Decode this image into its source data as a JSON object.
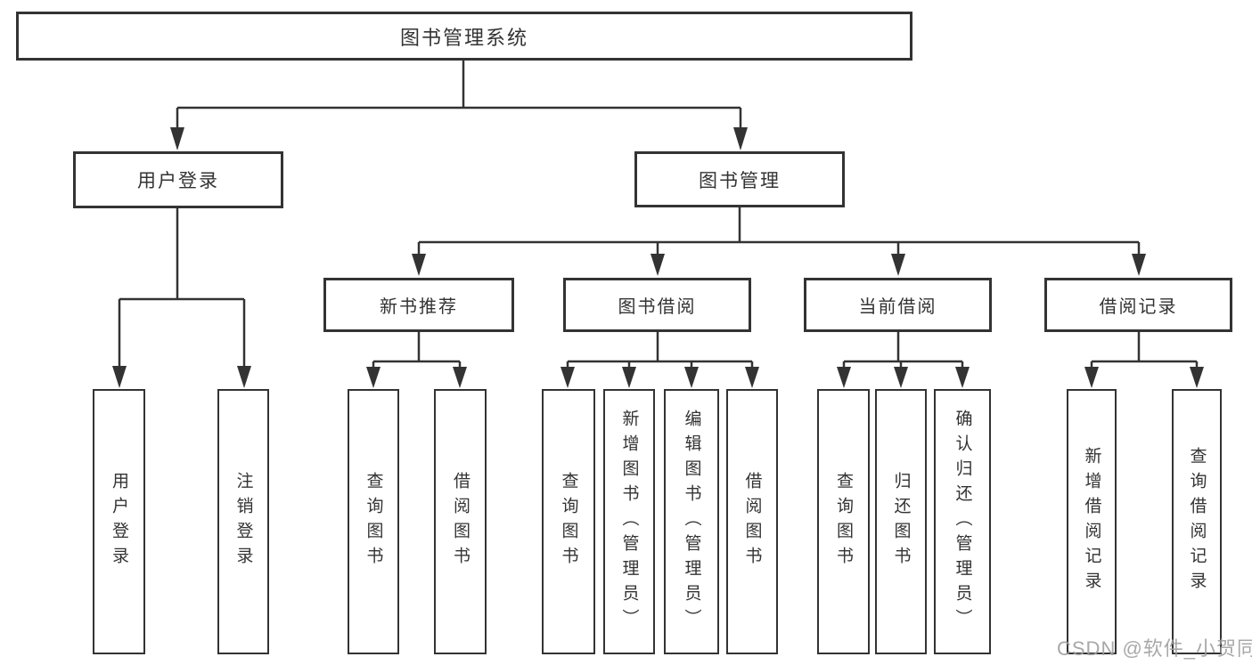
{
  "diagram": {
    "root": {
      "label": "图书管理系统"
    },
    "branches": [
      {
        "label": "用户登录",
        "leaves": [
          {
            "label": "用户登录"
          },
          {
            "label": "注销登录"
          }
        ]
      },
      {
        "label": "图书管理",
        "sections": [
          {
            "label": "新书推荐",
            "leaves": [
              {
                "label": "查询图书"
              },
              {
                "label": "借阅图书"
              }
            ]
          },
          {
            "label": "图书借阅",
            "leaves": [
              {
                "label": "查询图书"
              },
              {
                "label": "新增图书（管理员）"
              },
              {
                "label": "编辑图书（管理员）"
              },
              {
                "label": "借阅图书"
              }
            ]
          },
          {
            "label": "当前借阅",
            "leaves": [
              {
                "label": "查询图书"
              },
              {
                "label": "归还图书"
              },
              {
                "label": "确认归还（管理员）"
              }
            ]
          },
          {
            "label": "借阅记录",
            "leaves": [
              {
                "label": "新增借阅记录"
              },
              {
                "label": "查询借阅记录"
              }
            ]
          }
        ]
      }
    ]
  },
  "watermark": {
    "text": "CSDN @软件_小贺同学"
  },
  "colors": {
    "line": "#333333",
    "box_border": "#333333",
    "box_fill": "#ffffff",
    "text": "#333333",
    "watermark": "#9e9e9e",
    "background": "#ffffff"
  }
}
